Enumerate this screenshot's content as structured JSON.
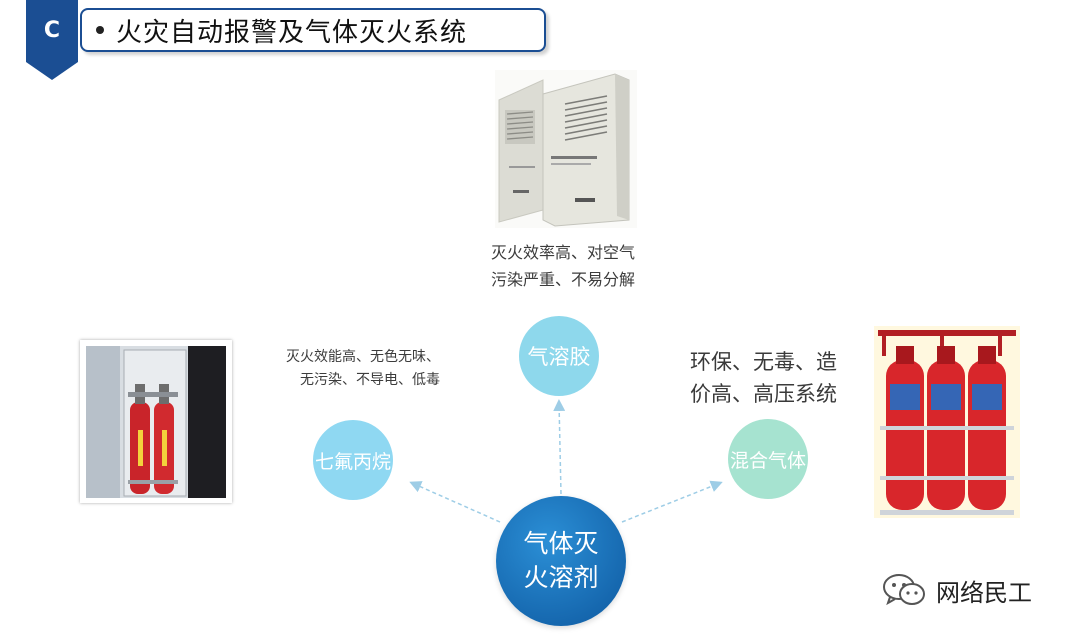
{
  "header": {
    "badge_letter": "C",
    "title": "火灾自动报警及气体灭火系统",
    "colors": {
      "badge": "#1b4e93",
      "border": "#1b4e93"
    }
  },
  "diagram": {
    "center": {
      "label_line1": "气体灭",
      "label_line2": "火溶剂",
      "color": "#1566ad"
    },
    "nodes": [
      {
        "id": "aerosol",
        "label": "气溶胶",
        "color": "#8ed8ec",
        "desc_lines": [
          "灭火效率高、对空气",
          "污染严重、不易分解"
        ]
      },
      {
        "id": "hfc",
        "label": "七氟丙烷",
        "color": "#8fd8f2",
        "desc_lines": [
          "灭火效能高、无色无味、",
          "无污染、不导电、低毒"
        ]
      },
      {
        "id": "mixed",
        "label": "混合气体",
        "color": "#a6e3d0",
        "desc_lines": [
          "环保、无毒、造",
          "价高、高压系统"
        ]
      }
    ]
  },
  "watermark": {
    "text": "网络民工",
    "icon": "wechat-icon"
  }
}
